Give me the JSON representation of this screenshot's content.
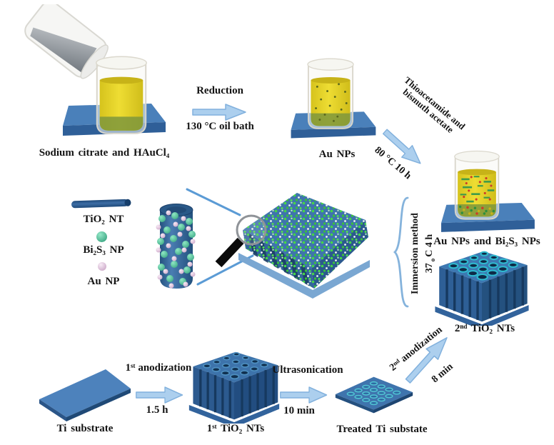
{
  "colors": {
    "substrate_blue": "#3f74ad",
    "liquid_gold": "#ecd92c",
    "nanotube_blue": "#3a6fa5",
    "ring_teal": "#2fb9cf",
    "arrow_fill": "#accfee",
    "arrow_stroke": "#82b1dd",
    "bi2s3_green": "#4cc79d",
    "au_np_pink": "#e3c8de"
  },
  "top_row": {
    "step1_label": "Sodium citrate and HAuCl₄",
    "arrow1": {
      "above": "Reduction",
      "below": "130 °C oil bath"
    },
    "step2_label": "Au NPs",
    "arrow2": {
      "line1": "Thioacetamide and",
      "line2": "bismuth acetate",
      "below": "80 °C 10 h"
    },
    "step3_label": "Au NPs and Bi₂S₃ NPs",
    "result_label": "2ⁿᵈ TiO₂ NTs"
  },
  "legend": {
    "items": [
      {
        "label": "TiO₂ NT"
      },
      {
        "label": "Bi₂S₃ NP"
      },
      {
        "label": "Au NP"
      }
    ]
  },
  "immersion": {
    "method": "Immersion method",
    "temp_value": "37",
    "temp_degree": "o",
    "temp_unit": "C 4 h"
  },
  "bottom_row": {
    "step1_label": "Ti substrate",
    "arrow1": {
      "above": "1ˢᵗ anodization",
      "below": "1.5 h"
    },
    "step2_label": "1ˢᵗ TiO₂ NTs",
    "arrow2": {
      "above": "Ultrasonication",
      "below": "10 min"
    },
    "step3_label": "Treated Ti substate",
    "arrow3": {
      "above": "2ⁿᵈ anodization",
      "below": "8 min"
    }
  }
}
